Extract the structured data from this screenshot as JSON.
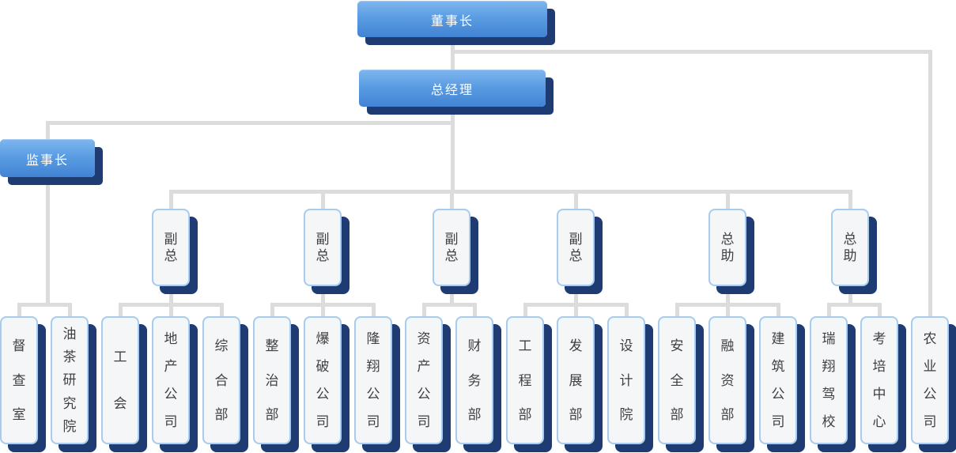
{
  "colors": {
    "box_gradient_top": "#7db5ee",
    "box_gradient_bottom": "#4283d4",
    "shadow_navy": "#1e3c73",
    "leaf_fill": "#f5f6f8",
    "leaf_border": "#a6ccf0",
    "leaf_text": "#404040",
    "connector": "#dcdcdc",
    "title_text": "#ffffff"
  },
  "org": {
    "chairman": "董事长",
    "general_manager": "总经理",
    "supervisor": {
      "label": "监事长",
      "children": [
        "督查室",
        "油茶研究院"
      ]
    },
    "executives": [
      {
        "label": "副总",
        "children": [
          "工会",
          "地产公司",
          "综合部"
        ]
      },
      {
        "label": "副总",
        "children": [
          "整治部",
          "爆破公司",
          "隆翔公司"
        ]
      },
      {
        "label": "副总",
        "children": [
          "资产公司",
          "财务部"
        ]
      },
      {
        "label": "副总",
        "children": [
          "工程部",
          "发展部",
          "设计院"
        ]
      },
      {
        "label": "总助",
        "children": [
          "安全部",
          "融资部",
          "建筑公司"
        ]
      },
      {
        "label": "总助",
        "children": [
          "瑞翔驾校",
          "考培中心"
        ]
      }
    ],
    "chairman_direct_child": "农业公司"
  }
}
